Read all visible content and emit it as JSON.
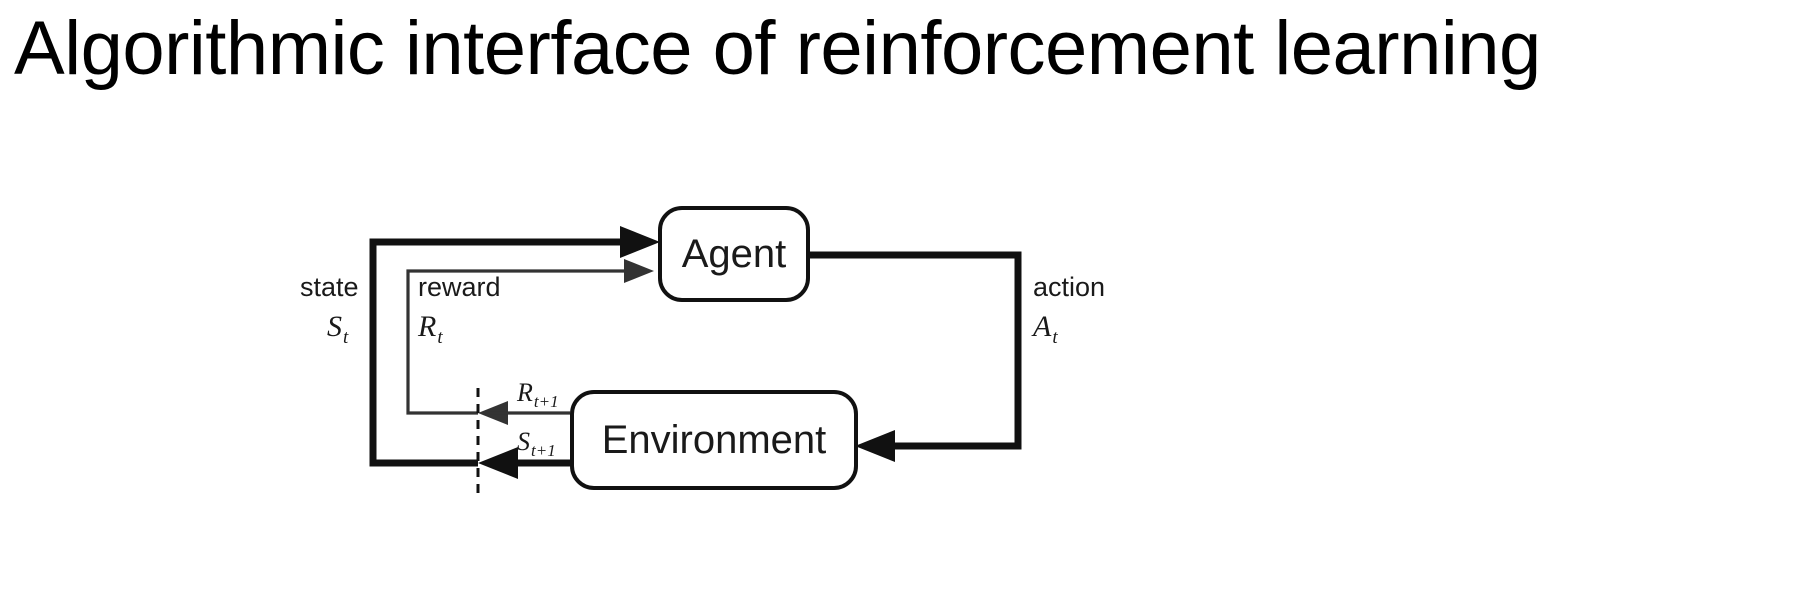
{
  "slide": {
    "title": "Algorithmic interface of reinforcement learning",
    "background_color": "#ffffff",
    "text_color": "#000000"
  },
  "diagram": {
    "name": "agent-environment-interaction-loop",
    "style": {
      "line_color": "#111111",
      "thin_line_color": "#333333",
      "box_fill": "#ffffff",
      "box_stroke": "#111111"
    },
    "nodes": [
      {
        "id": "agent",
        "label": "Agent"
      },
      {
        "id": "environment",
        "label": "Environment"
      }
    ],
    "edge_labels": {
      "state_word": "state",
      "state_symbol": "S",
      "state_subscript": "t",
      "reward_word": "reward",
      "reward_symbol": "R",
      "reward_subscript": "t",
      "action_word": "action",
      "action_symbol": "A",
      "action_subscript": "t",
      "next_reward_symbol": "R",
      "next_reward_subscript": "t+1",
      "next_state_symbol": "S",
      "next_state_subscript": "t+1"
    },
    "edges": [
      {
        "id": "state-to-agent",
        "from": "environment",
        "to": "agent",
        "label": "state S_t",
        "weight": "thick"
      },
      {
        "id": "reward-to-agent",
        "from": "environment",
        "to": "agent",
        "label": "reward R_t",
        "weight": "thin"
      },
      {
        "id": "action-to-environment",
        "from": "agent",
        "to": "environment",
        "label": "action A_t",
        "weight": "thick"
      },
      {
        "id": "env-reward-out",
        "from": "environment",
        "to": "divider",
        "label": "R_t+1",
        "weight": "thin"
      },
      {
        "id": "env-state-out",
        "from": "environment",
        "to": "divider",
        "label": "S_t+1",
        "weight": "thick"
      }
    ],
    "divider": {
      "id": "time-step-divider",
      "style": "dashed"
    }
  }
}
